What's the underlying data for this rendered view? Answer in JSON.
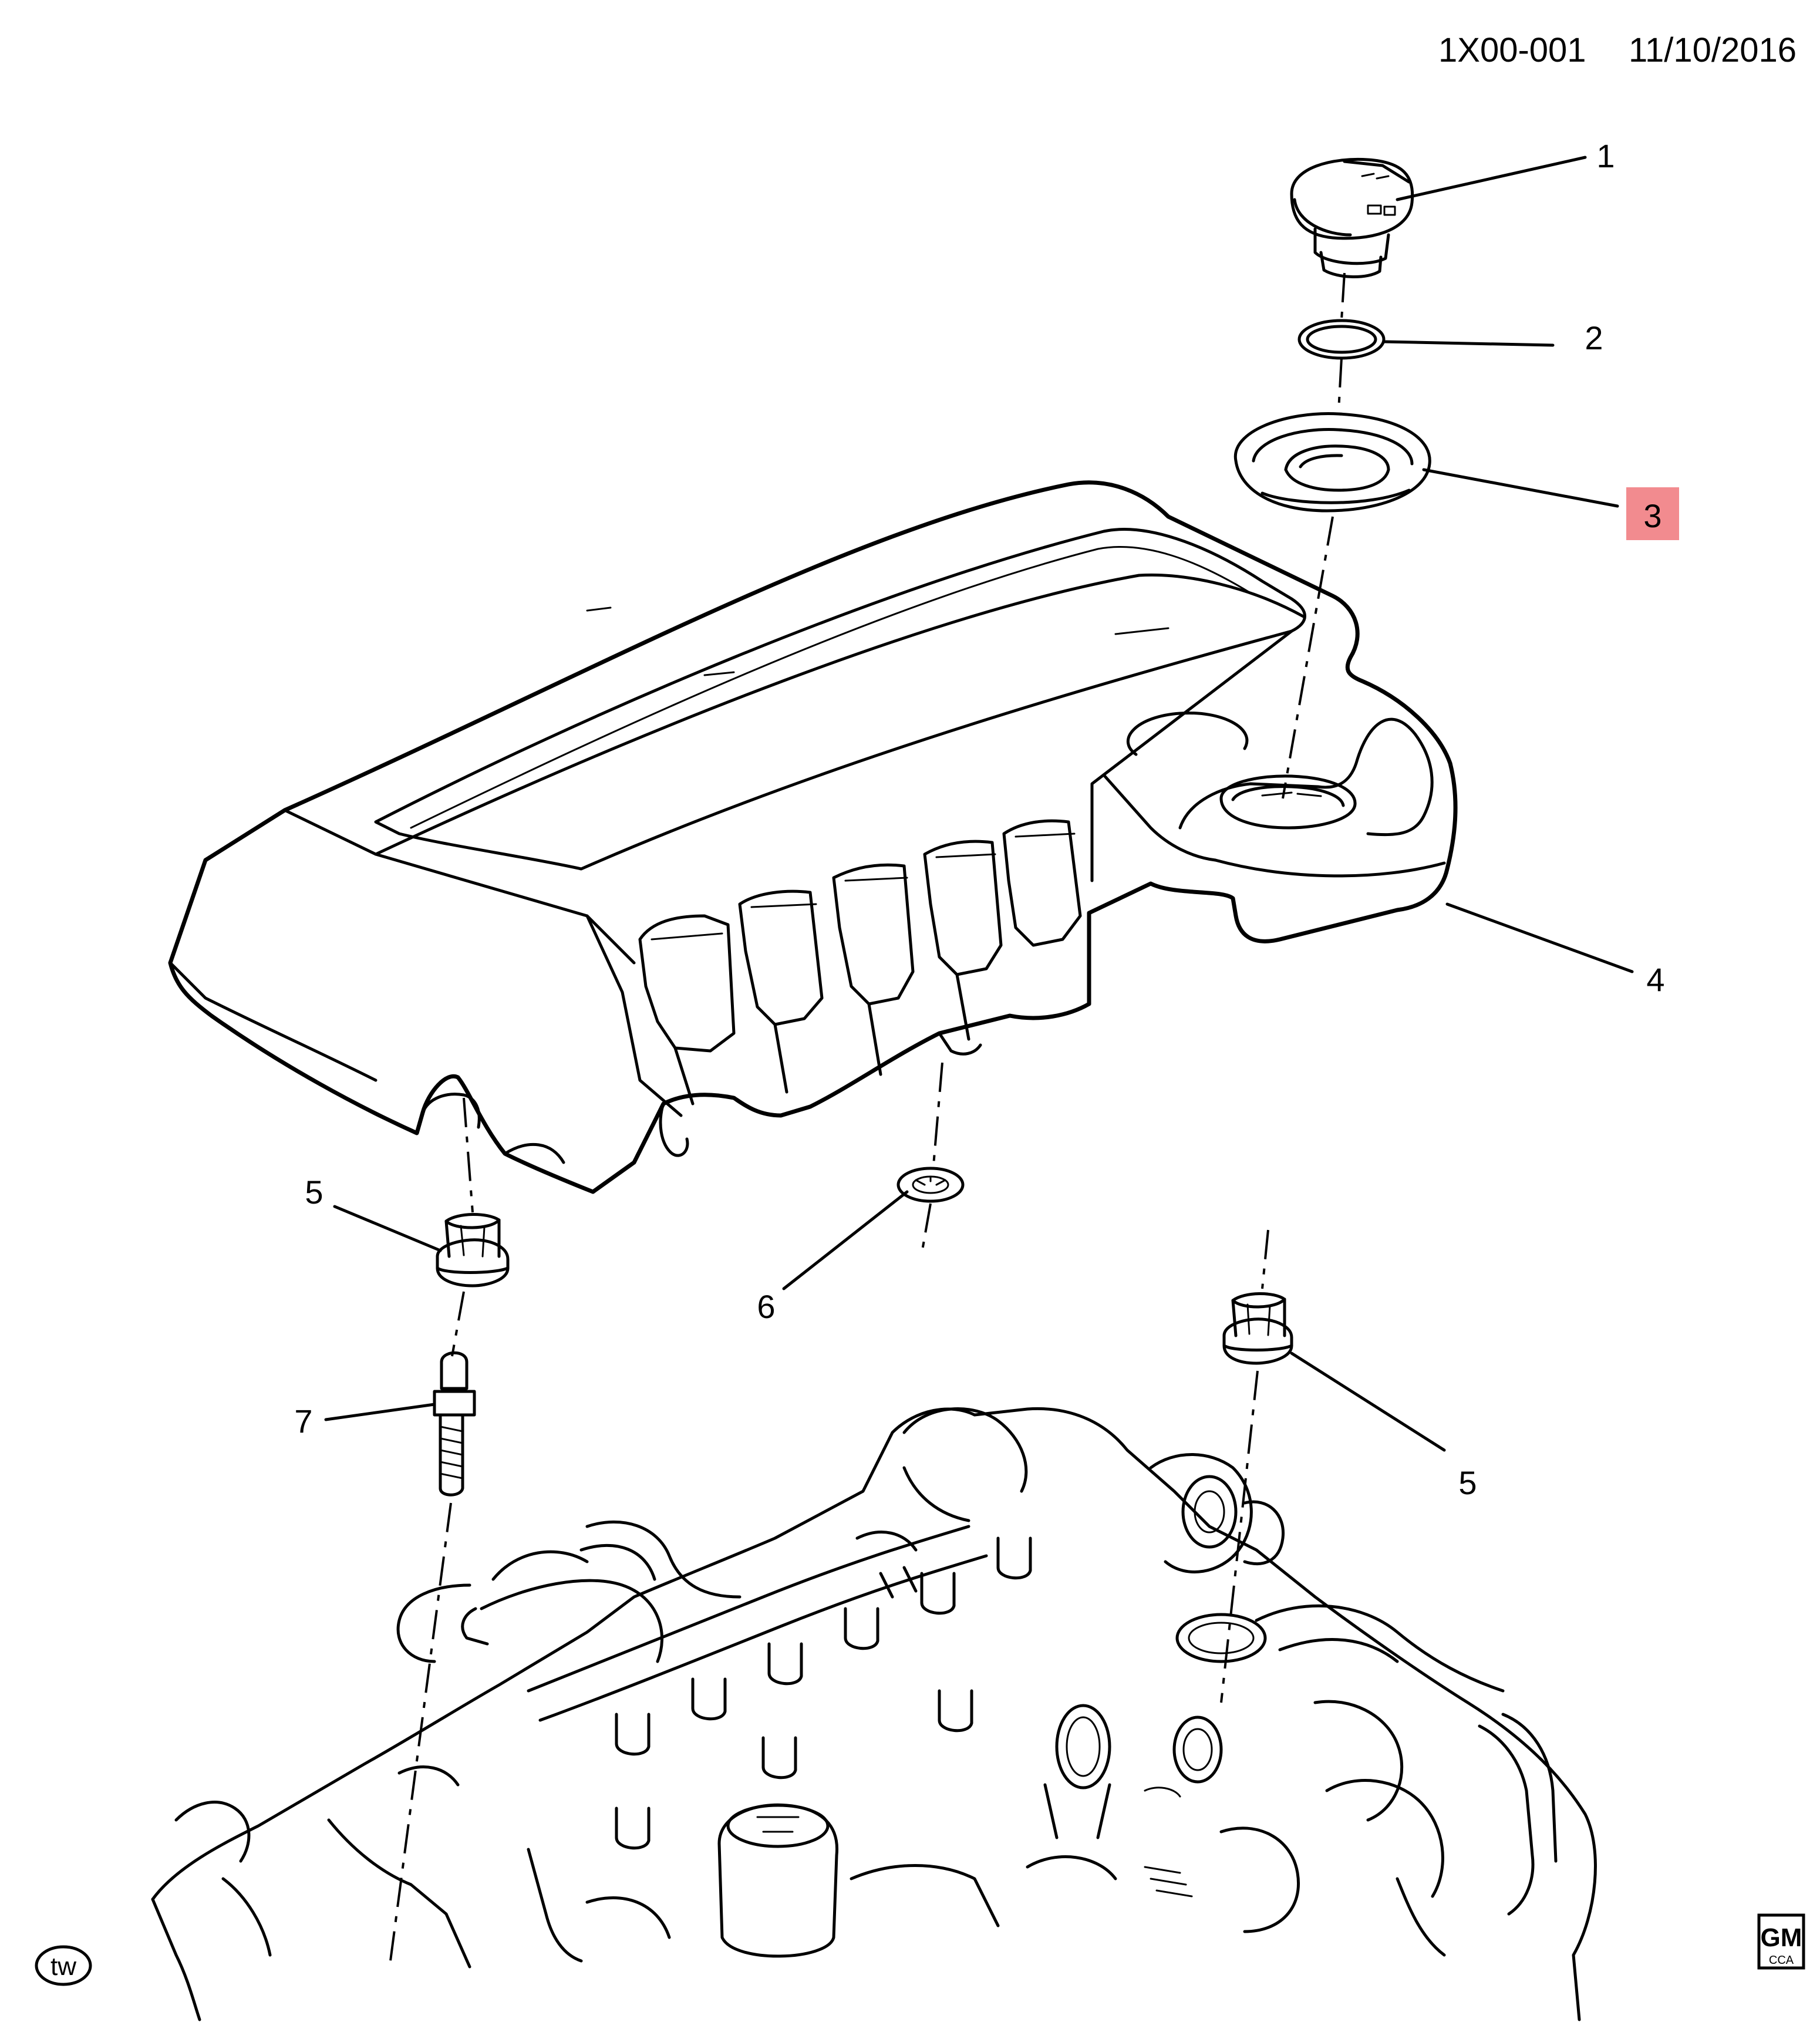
{
  "header": {
    "doc_code": "1X00-001",
    "date": "11/10/2016"
  },
  "callouts": [
    {
      "id": "1",
      "highlighted": false
    },
    {
      "id": "2",
      "highlighted": false
    },
    {
      "id": "3",
      "highlighted": true
    },
    {
      "id": "4",
      "highlighted": false
    },
    {
      "id": "5",
      "highlighted": false
    },
    {
      "id": "6",
      "highlighted": false
    },
    {
      "id": "5",
      "highlighted": false
    },
    {
      "id": "7",
      "highlighted": false
    }
  ],
  "footer": {
    "left_badge": "tw",
    "logo_main": "GM",
    "logo_sub": "CCA"
  },
  "colors": {
    "highlight": "#f28b8f",
    "line": "#000000",
    "background": "#ffffff"
  }
}
